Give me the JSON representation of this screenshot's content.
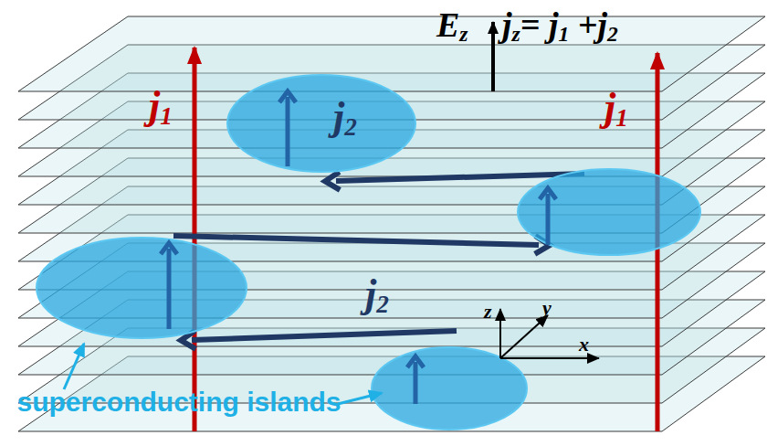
{
  "diagram": {
    "nodes": [
      {
        "text": [
          "j2"
        ]
      }
    ],
    "labels": [
      "Ez",
      "jz= j1 +j2",
      "j1",
      "j1",
      "j2",
      "z",
      "y",
      "x",
      "superconducting islands"
    ]
  }
}
